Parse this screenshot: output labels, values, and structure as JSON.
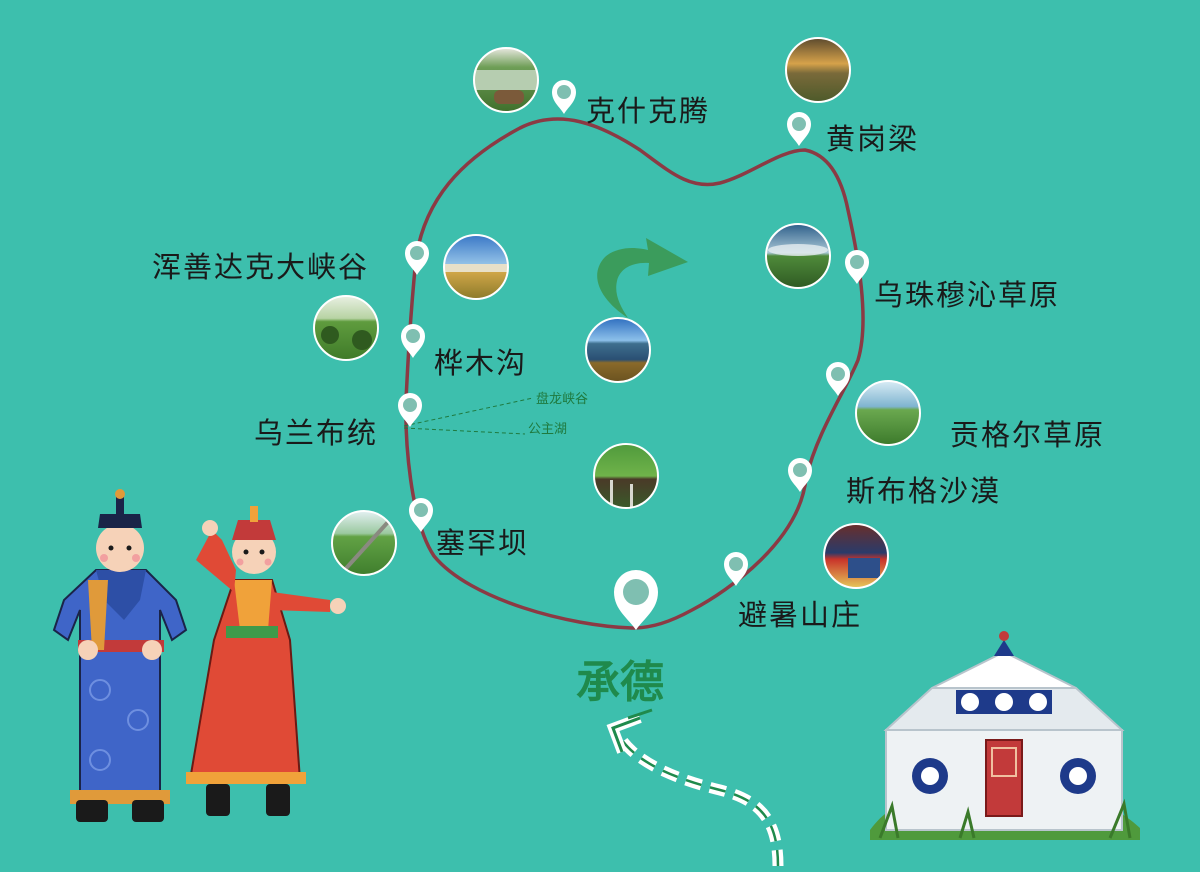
{
  "map": {
    "start_city": "承德",
    "stops": [
      {
        "id": "keshiketeng",
        "name": "克什克腾"
      },
      {
        "id": "huanggangliang",
        "name": "黄岗梁"
      },
      {
        "id": "hunshandake",
        "name": "浑善达克大峡谷"
      },
      {
        "id": "wuzhumuqin",
        "name": "乌珠穆沁草原"
      },
      {
        "id": "huamugou",
        "name": "桦木沟"
      },
      {
        "id": "wulanbutong",
        "name": "乌兰布统"
      },
      {
        "id": "gonggeer",
        "name": "贡格尔草原"
      },
      {
        "id": "sibuge",
        "name": "斯布格沙漠"
      },
      {
        "id": "saihanba",
        "name": "塞罕坝"
      },
      {
        "id": "bishushanzhuang",
        "name": "避暑山庄"
      }
    ],
    "sub_stops": [
      {
        "id": "panlong",
        "name": "盘龙峡谷"
      },
      {
        "id": "gongzhuhu",
        "name": "公主湖"
      }
    ],
    "colors": {
      "background": "#3dbfad",
      "route": "#8b3a44",
      "start_city": "#1f8a4c",
      "marker": "#ffffff"
    }
  }
}
